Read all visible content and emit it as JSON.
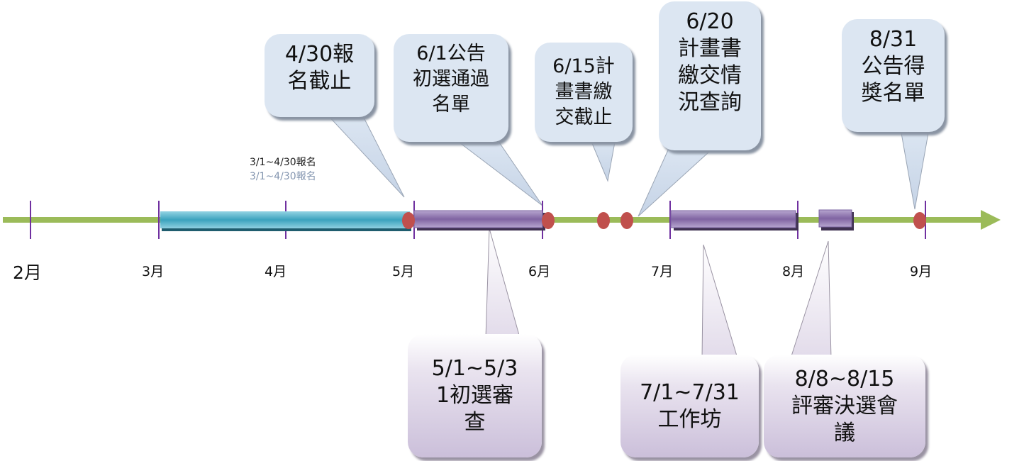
{
  "colors": {
    "axis": "#9bbb59",
    "tick": "#7030a0",
    "registration_bar": "#4bacc6",
    "phase_bar": "#8064a2",
    "milestone": "#c0504d"
  },
  "months": [
    "2月",
    "3月",
    "4月",
    "5月",
    "6月",
    "7月",
    "8月",
    "9月"
  ],
  "bar_label": "3/1~4/30報名",
  "top_callouts": [
    {
      "text": "4/30報\n名截止"
    },
    {
      "text": "6/1公告\n初選通過\n名單"
    },
    {
      "text": "6/15計\n畫書繳\n交截止"
    },
    {
      "text": "6/20\n計畫書\n繳交情\n況查詢"
    },
    {
      "text": "8/31\n公告得\n獎名單"
    }
  ],
  "bottom_callouts": [
    {
      "text": "5/1~5/3\n1初選審\n查"
    },
    {
      "text": "7/1~7/31\n工作坊"
    },
    {
      "text": "8/8~8/15\n評審決選會\n議"
    }
  ]
}
